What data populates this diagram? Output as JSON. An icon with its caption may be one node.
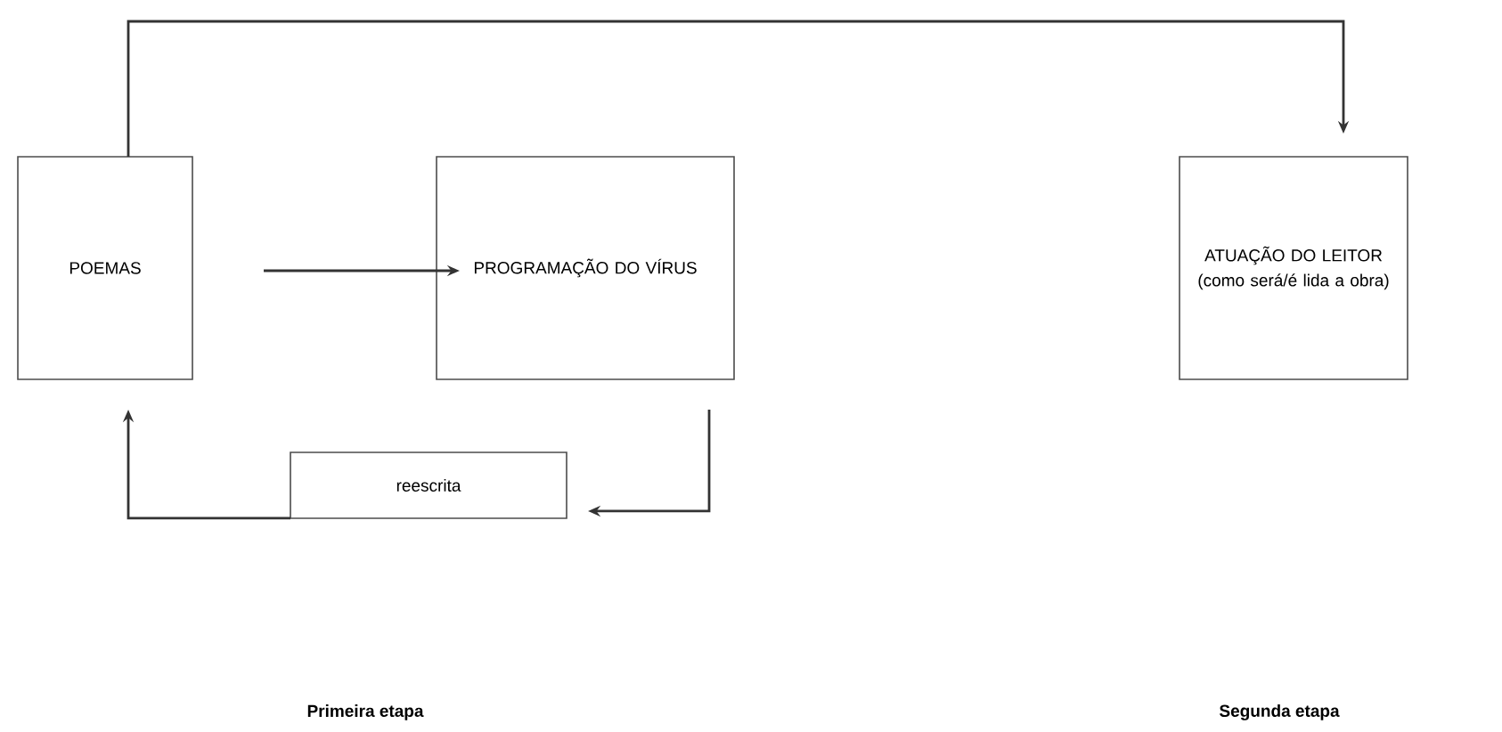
{
  "diagram": {
    "nodes": [
      {
        "text": [
          "POEMAS"
        ]
      },
      {
        "text": [
          "PROGRAMAÇÃO DO VÍRUS"
        ]
      },
      {
        "text": [
          "ATUAÇÃO DO LEITOR (como será/é lida a obra)"
        ]
      },
      {
        "text": [
          "reescrita"
        ]
      }
    ],
    "edges": [
      {
        "from": 0,
        "to": 2,
        "arrow": "to"
      },
      {
        "from": 0,
        "to": 1,
        "arrow": "to"
      },
      {
        "from": 1,
        "to": 3,
        "arrow": "to"
      },
      {
        "from": 3,
        "to": 0,
        "arrow": "to"
      }
    ],
    "labels": [
      "Primeira etapa",
      "Segunda etapa"
    ]
  }
}
